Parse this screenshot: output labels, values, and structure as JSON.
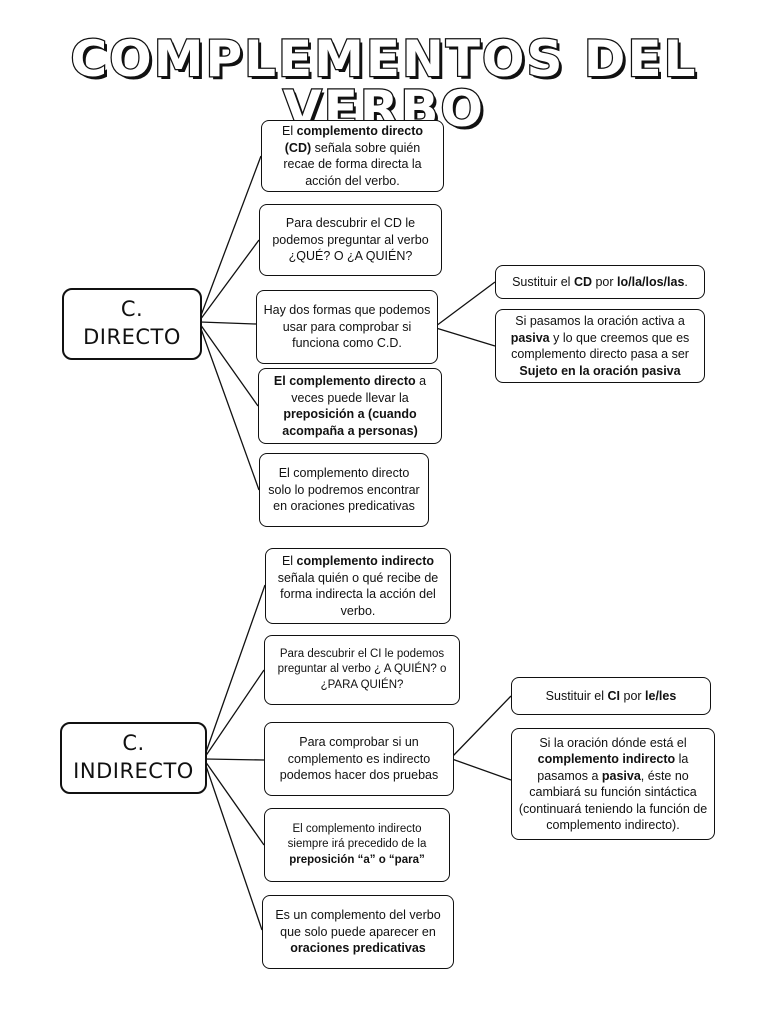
{
  "title": "COMPLEMENTOS DEL VERBO",
  "directo": {
    "label": "C. DIRECTO",
    "boxes": [
      {
        "parts": [
          [
            "El ",
            false
          ],
          [
            "complemento directo (CD)",
            true
          ],
          [
            " señala sobre quién recae de forma directa la acción del verbo.",
            false
          ]
        ]
      },
      {
        "parts": [
          [
            "Para descubrir el CD le podemos preguntar al verbo ¿QUÉ? O ¿A QUIÉN?",
            false
          ]
        ]
      },
      {
        "parts": [
          [
            "Hay dos formas que podemos usar para comprobar si funciona como C.D.",
            false
          ]
        ]
      },
      {
        "parts": [
          [
            "El complemento directo",
            true
          ],
          [
            " a veces puede llevar la ",
            false
          ],
          [
            "preposición a (cuando acompaña a personas)",
            true
          ]
        ]
      },
      {
        "parts": [
          [
            "El complemento directo solo lo podremos encontrar en oraciones predicativas",
            false
          ]
        ]
      }
    ],
    "sub": [
      {
        "parts": [
          [
            "Sustituir el ",
            false
          ],
          [
            "CD",
            true
          ],
          [
            " por ",
            false
          ],
          [
            "lo/la/los/las",
            true
          ],
          [
            ".",
            false
          ]
        ]
      },
      {
        "parts": [
          [
            "Si pasamos la oración activa a ",
            false
          ],
          [
            "pasiva",
            true
          ],
          [
            " y lo que creemos que es complemento directo pasa a ser ",
            false
          ],
          [
            "Sujeto en la oración pasiva",
            true
          ]
        ]
      }
    ]
  },
  "indirecto": {
    "label": "C. INDIRECTO",
    "boxes": [
      {
        "parts": [
          [
            "El ",
            false
          ],
          [
            "complemento indirecto",
            true
          ],
          [
            " señala quién o qué recibe de forma indirecta la acción del verbo.",
            false
          ]
        ]
      },
      {
        "parts": [
          [
            "Para descubrir el CI le podemos preguntar al verbo ¿ A QUIÉN? o ¿PARA QUIÉN?",
            false
          ]
        ]
      },
      {
        "parts": [
          [
            "Para comprobar si un complemento es indirecto podemos hacer dos pruebas",
            false
          ]
        ]
      },
      {
        "parts": [
          [
            "El complemento indirecto siempre irá precedido de la ",
            false
          ],
          [
            "preposición “a” o “para”",
            true
          ]
        ]
      },
      {
        "parts": [
          [
            "Es un complemento del verbo que solo puede aparecer en ",
            false
          ],
          [
            "oraciones predicativas",
            true
          ]
        ]
      }
    ],
    "sub": [
      {
        "parts": [
          [
            "Sustituir el ",
            false
          ],
          [
            "CI",
            true
          ],
          [
            " por ",
            false
          ],
          [
            "le/les",
            true
          ]
        ]
      },
      {
        "parts": [
          [
            "Si la oración dónde está el ",
            false
          ],
          [
            "complemento indirecto",
            true
          ],
          [
            " la pasamos a ",
            false
          ],
          [
            "pasiva",
            true
          ],
          [
            ", éste no cambiará su función sintáctica (continuará teniendo la función de complemento indirecto).",
            false
          ]
        ]
      }
    ]
  }
}
